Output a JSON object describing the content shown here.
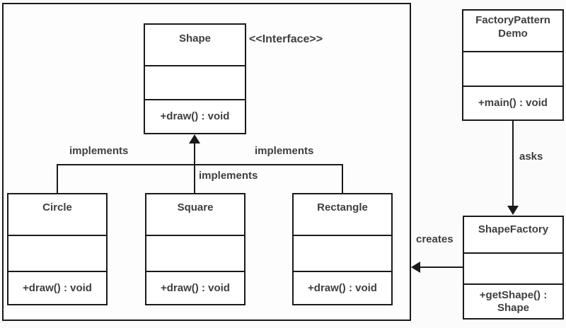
{
  "colors": {
    "background": "#fbfbfb",
    "line": "#1a1a1a",
    "text": "#3f3f3f",
    "box_fill": "#ffffff"
  },
  "stereotype_label": "<<Interface>>",
  "connectors": {
    "implements_left": "implements",
    "implements_middle": "implements",
    "implements_right": "implements",
    "asks": "asks",
    "creates": "creates"
  },
  "classes": {
    "shape": {
      "name": "Shape",
      "method": "+draw() : void"
    },
    "circle": {
      "name": "Circle",
      "method": "+draw() : void"
    },
    "square": {
      "name": "Square",
      "method": "+draw() : void"
    },
    "rectangle": {
      "name": "Rectangle",
      "method": "+draw() : void"
    },
    "factory_pattern_demo": {
      "name": "FactoryPattern Demo",
      "method": "+main() : void"
    },
    "shape_factory": {
      "name": "ShapeFactory",
      "method": "+getShape() : Shape"
    }
  }
}
